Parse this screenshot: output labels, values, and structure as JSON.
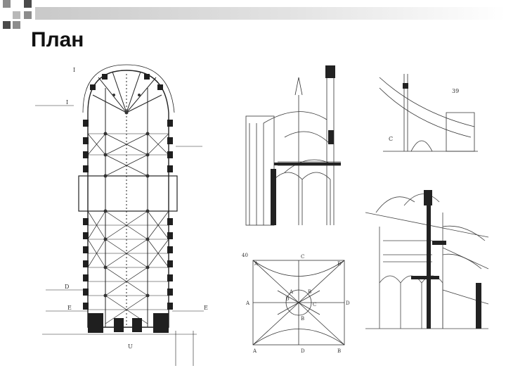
{
  "slide": {
    "title": "План",
    "accent_colors": [
      "#4a4a4a",
      "#8c8c8c",
      "#b8b8b8"
    ]
  },
  "figures": {
    "plan": {
      "icon": "cathedral-floor-plan",
      "margin_labels": [
        "I",
        "I",
        "D",
        "E",
        "E",
        "U"
      ]
    },
    "section_left": {
      "icon": "cathedral-cross-section"
    },
    "buttress_detail": {
      "icon": "flying-buttress-detail",
      "labels": [
        "39",
        "C"
      ]
    },
    "vault_diagram": {
      "icon": "rib-vault-diagram",
      "labels": [
        "40",
        "A",
        "C",
        "B",
        "A",
        "D",
        "D",
        "A",
        "B",
        "C",
        "B",
        "A",
        "D",
        "B"
      ]
    },
    "section_perspective": {
      "icon": "cathedral-perspective-section"
    }
  }
}
